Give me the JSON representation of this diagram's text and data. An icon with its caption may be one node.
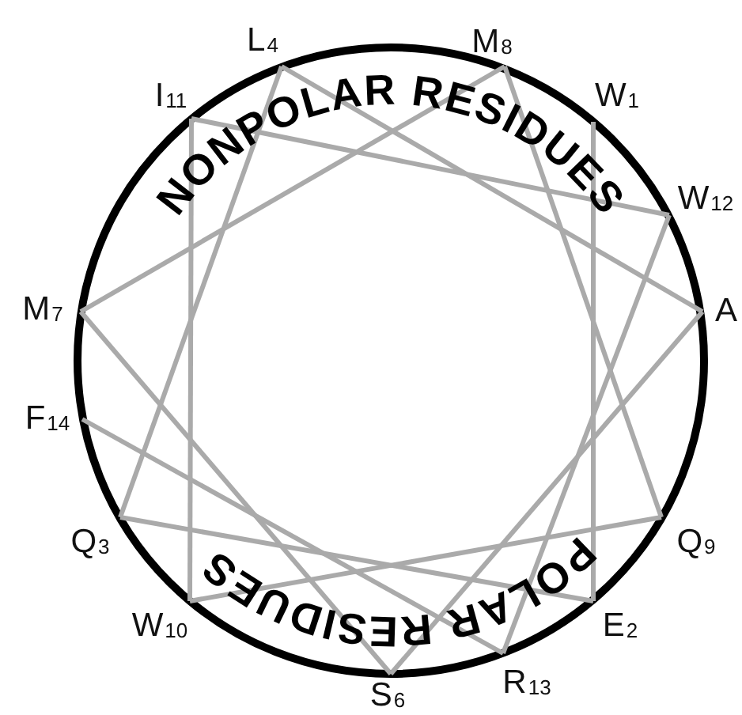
{
  "diagram": {
    "nodes": [
      {
        "text": [
          "L$_{4}$"
        ]
      },
      {
        "text": [
          "M$_{8}$"
        ]
      },
      {
        "text": [
          "I$_{11}$"
        ]
      },
      {
        "text": [
          "W$_{1}$"
        ]
      },
      {
        "text": [
          "W$_{12}$"
        ]
      },
      {
        "text": [
          "M$_{7}$"
        ]
      },
      {
        "text": [
          "A"
        ]
      },
      {
        "text": [
          "F$_{14}$"
        ]
      },
      {
        "text": [
          "Q$_{3}$"
        ]
      },
      {
        "text": [
          "Q$_{9}$"
        ]
      },
      {
        "text": [
          "W$_{10}$"
        ]
      },
      {
        "text": [
          "E$_{2}$"
        ]
      },
      {
        "text": [
          "R$_{13}$"
        ]
      },
      {
        "text": [
          "S$_{6}$"
        ]
      }
    ],
    "edges": [
      {
        "from": 3,
        "to": 11,
        "arrow": "none"
      },
      {
        "from": 11,
        "to": 8,
        "arrow": "none"
      },
      {
        "from": 8,
        "to": 0,
        "arrow": "none"
      },
      {
        "from": 0,
        "to": 6,
        "arrow": "none"
      },
      {
        "from": 6,
        "to": 13,
        "arrow": "none"
      },
      {
        "from": 13,
        "to": 5,
        "arrow": "none"
      },
      {
        "from": 5,
        "to": 1,
        "arrow": "none"
      },
      {
        "from": 1,
        "to": 9,
        "arrow": "none"
      },
      {
        "from": 9,
        "to": 10,
        "arrow": "none"
      },
      {
        "from": 10,
        "to": 2,
        "arrow": "none"
      },
      {
        "from": 2,
        "to": 4,
        "arrow": "none"
      },
      {
        "from": 4,
        "to": 12,
        "arrow": "none"
      },
      {
        "from": 12,
        "to": 7,
        "arrow": "none"
      }
    ],
    "labels": [
      "NONPOLAR RESIDUES",
      "POLAR RESIDUES"
    ]
  }
}
